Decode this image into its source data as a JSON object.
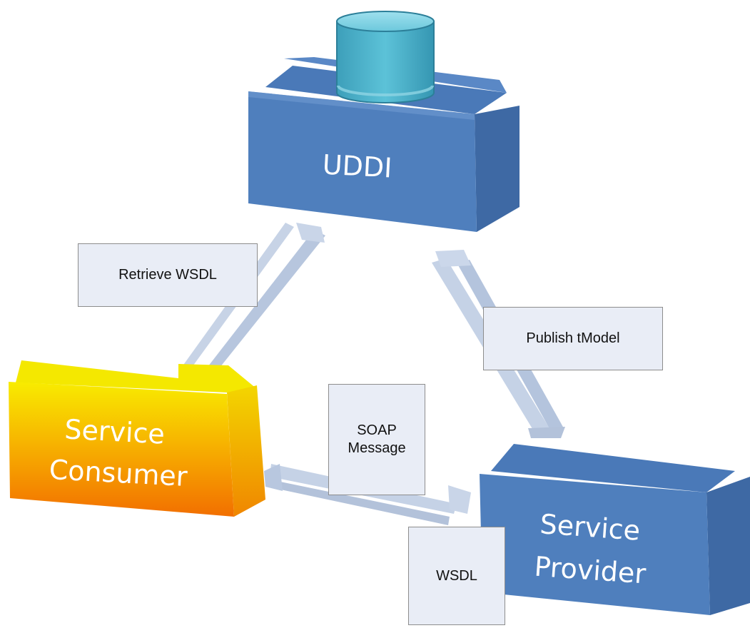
{
  "nodes": {
    "uddi": {
      "label": "UDDI"
    },
    "consumer": {
      "line1": "Service",
      "line2": "Consumer"
    },
    "provider": {
      "line1": "Service",
      "line2": "Provider"
    }
  },
  "notes": {
    "retrieve": "Retrieve WSDL",
    "publish": "Publish tModel",
    "soap_line1": "SOAP",
    "soap_line2": "Message",
    "wsdl": "WSDL"
  },
  "icons": {
    "database": "database-icon"
  },
  "colors": {
    "box_blue": "#4f7fbd",
    "box_blue_side": "#3f6aa6",
    "consumer_top": "#f6e600",
    "consumer_bottom": "#f47a00",
    "connector": "#c7d3e6",
    "note_fill": "#e9edf6",
    "database": "#4bb3cc"
  }
}
